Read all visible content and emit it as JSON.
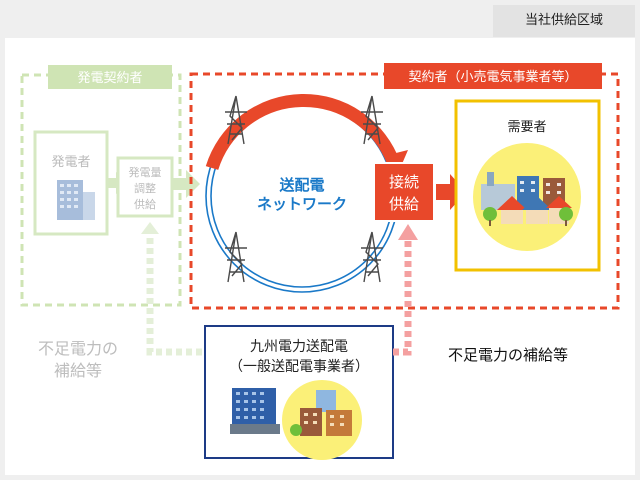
{
  "area_label": "当社供給区域",
  "generation_contract": {
    "label": "発電契約者",
    "generator_label": "発電者",
    "adjustment_lines": [
      "発電量",
      "調整",
      "供給"
    ]
  },
  "retail_contract": {
    "label": "契約者（小売電気事業者等）"
  },
  "network": {
    "line1": "送配電",
    "line2": "ネットワーク"
  },
  "connection_supply": [
    "接続",
    "供給"
  ],
  "consumer": {
    "label": "需要者"
  },
  "td_operator": {
    "line1": "九州電力送配電",
    "line2": "（一般送配電事業者）"
  },
  "shortfall_faded": [
    "不足電力の",
    "補給等"
  ],
  "shortfall_main": "不足電力の補給等",
  "colors": {
    "red": "#e8482a",
    "green_faded": "#cfe4b4",
    "network_blue": "#1a79c8",
    "navy_frame": "#1d3b86",
    "gold_frame": "#f2c100"
  }
}
